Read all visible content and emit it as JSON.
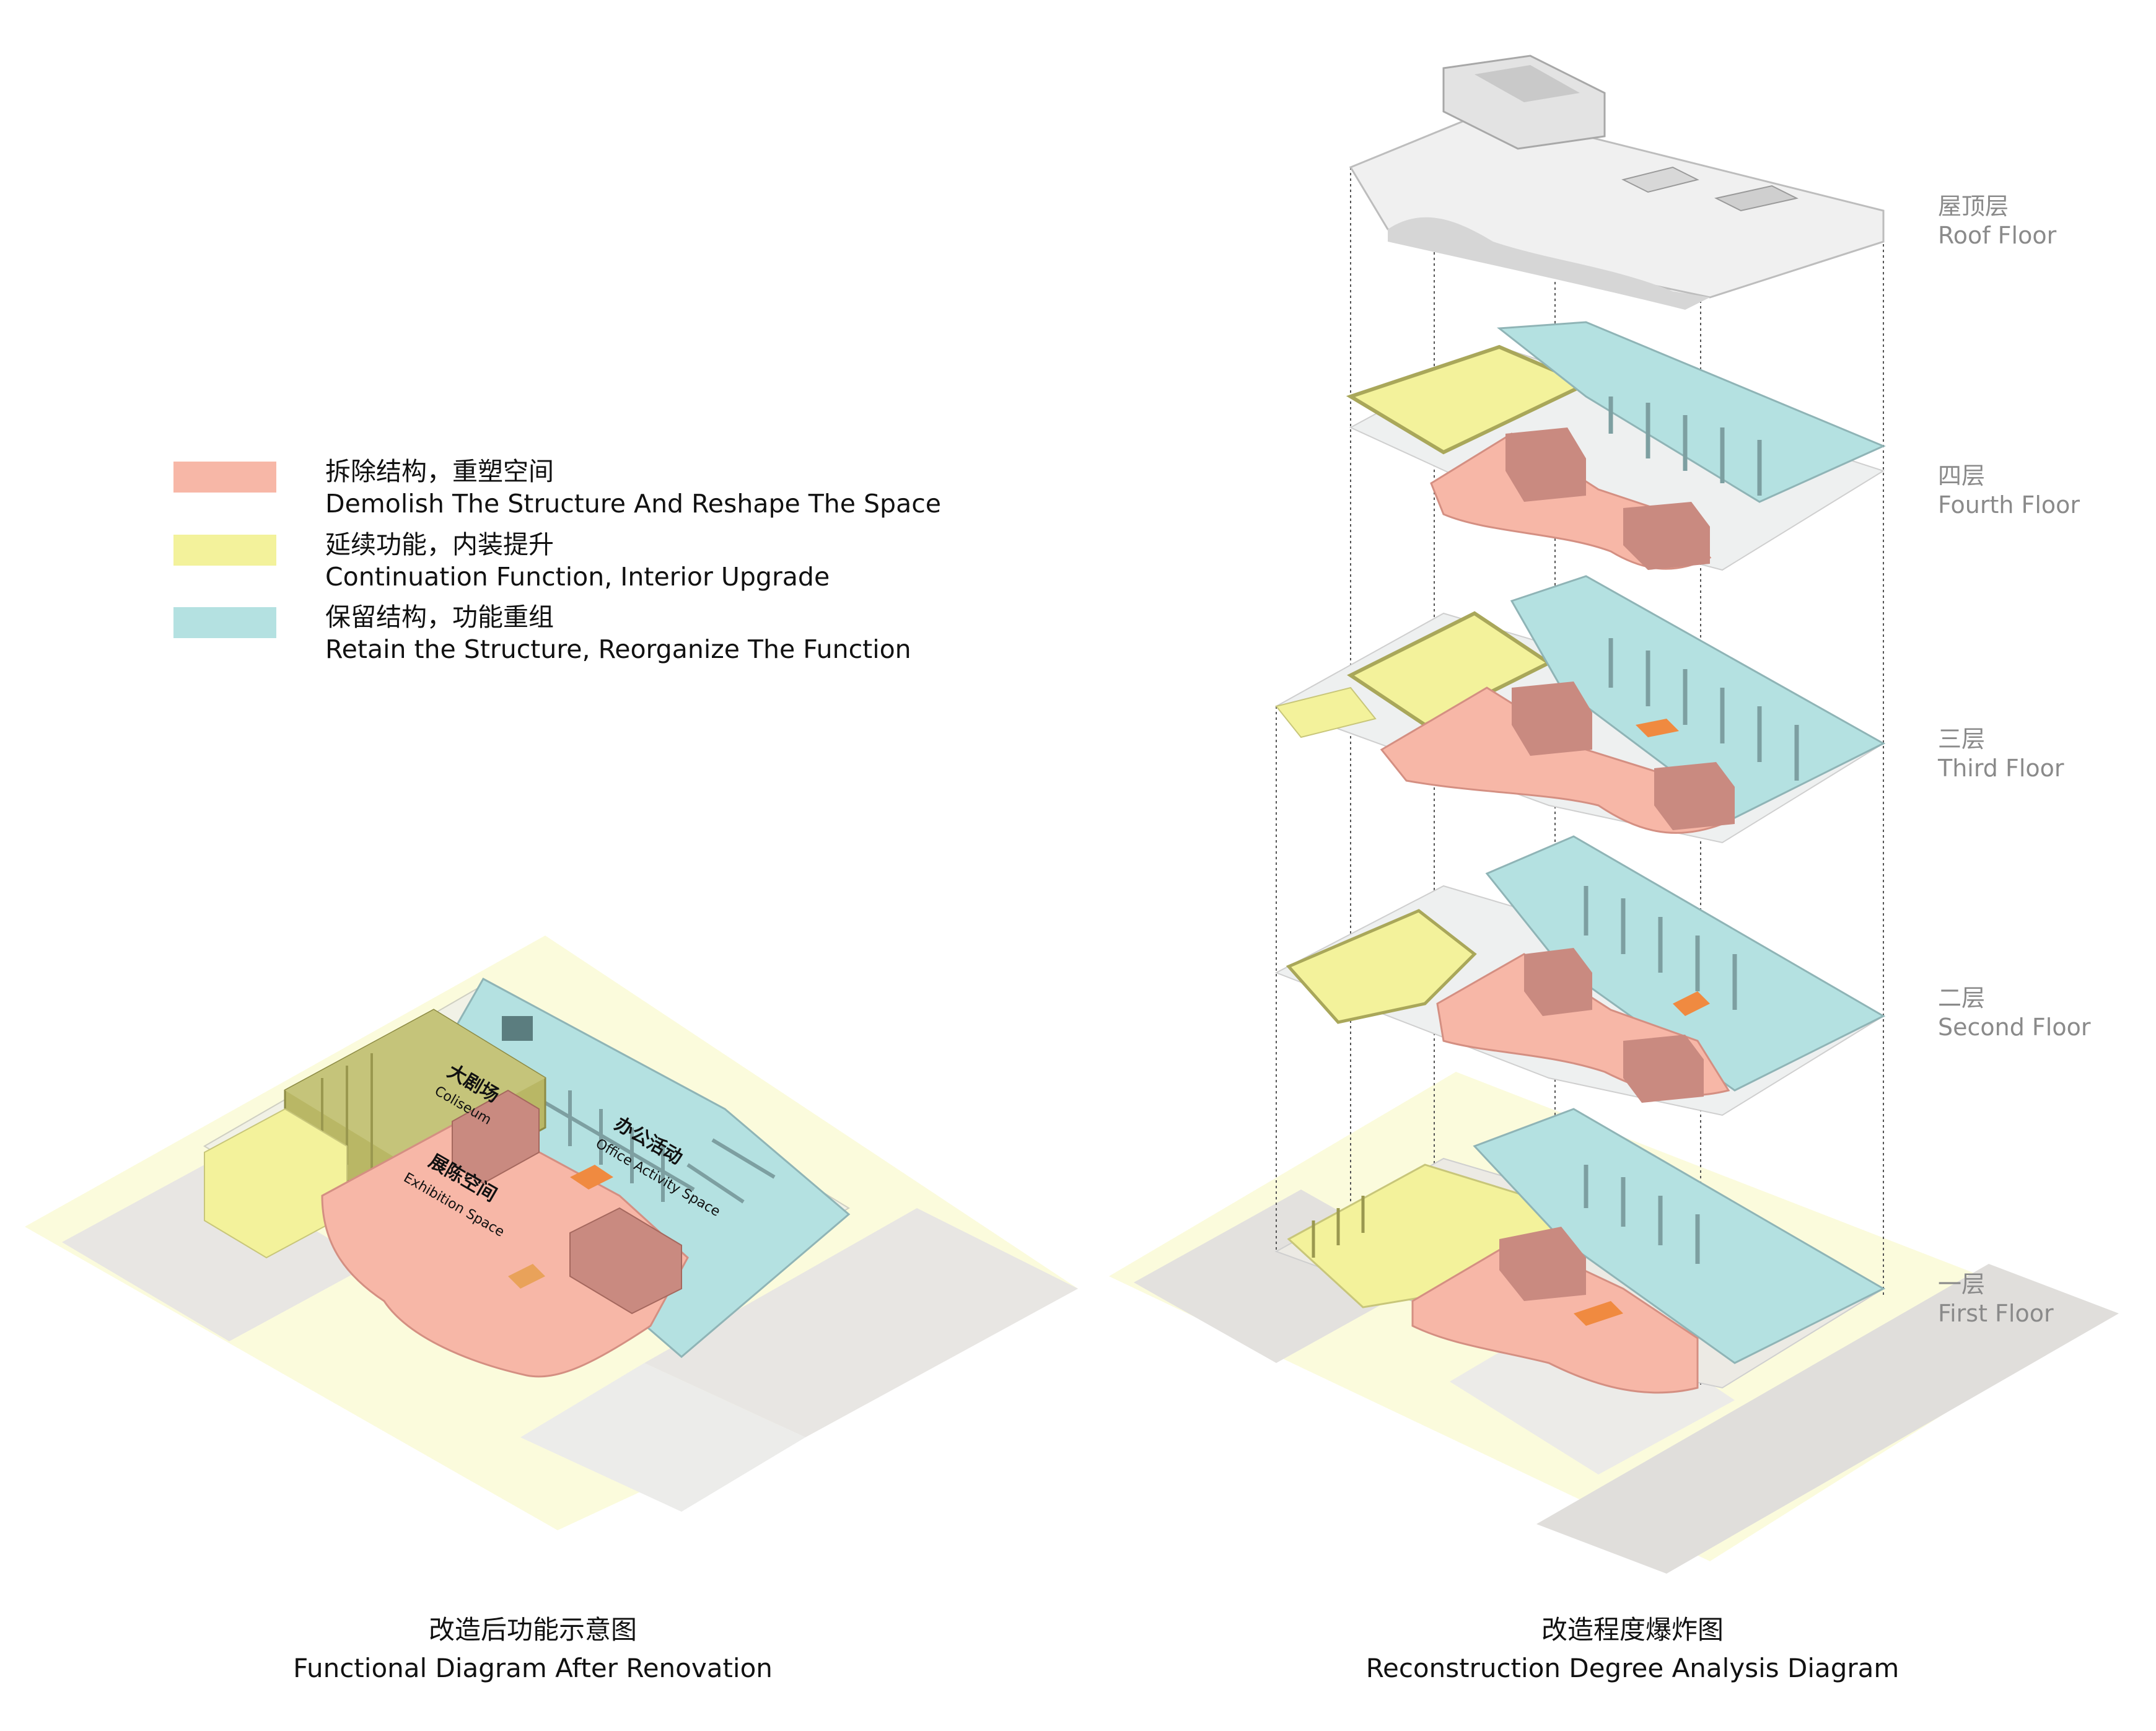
{
  "legend": [
    {
      "zh": "拆除结构，重塑空间",
      "en": "Demolish The Structure And Reshape The Space",
      "color": "#f7b7a7"
    },
    {
      "zh": "延续功能，内装提升",
      "en": "Continuation Function, Interior Upgrade",
      "color": "#f3f29b"
    },
    {
      "zh": "保留结构，功能重组",
      "en": "Retain the Structure, Reorganize The Function",
      "color": "#b4e1e1"
    }
  ],
  "left_diagram": {
    "caption_zh": "改造后功能示意图",
    "caption_en": "Functional Diagram After Renovation",
    "zones": [
      {
        "zh": "大剧场",
        "en": "Coliseum"
      },
      {
        "zh": "办公活动",
        "en": "Office Activity Space"
      },
      {
        "zh": "展陈空间",
        "en": "Exhibition Space"
      }
    ]
  },
  "right_diagram": {
    "caption_zh": "改造程度爆炸图",
    "caption_en": "Reconstruction Degree Analysis Diagram",
    "floors": [
      {
        "zh": "屋顶层",
        "en": "Roof Floor"
      },
      {
        "zh": "四层",
        "en": "Fourth Floor"
      },
      {
        "zh": "三层",
        "en": "Third Floor"
      },
      {
        "zh": "二层",
        "en": "Second Floor"
      },
      {
        "zh": "一层",
        "en": "First Floor"
      }
    ]
  },
  "colors": {
    "pink": "#f7b7a7",
    "yellow": "#f3f29b",
    "cyan": "#b4e1e1",
    "olive": "#b9b765",
    "teal": "#8fb4b6",
    "brown": "#c98a80",
    "orange": "#f08a40",
    "ground": "#fbfbdc",
    "road": "#e6e4e1"
  }
}
